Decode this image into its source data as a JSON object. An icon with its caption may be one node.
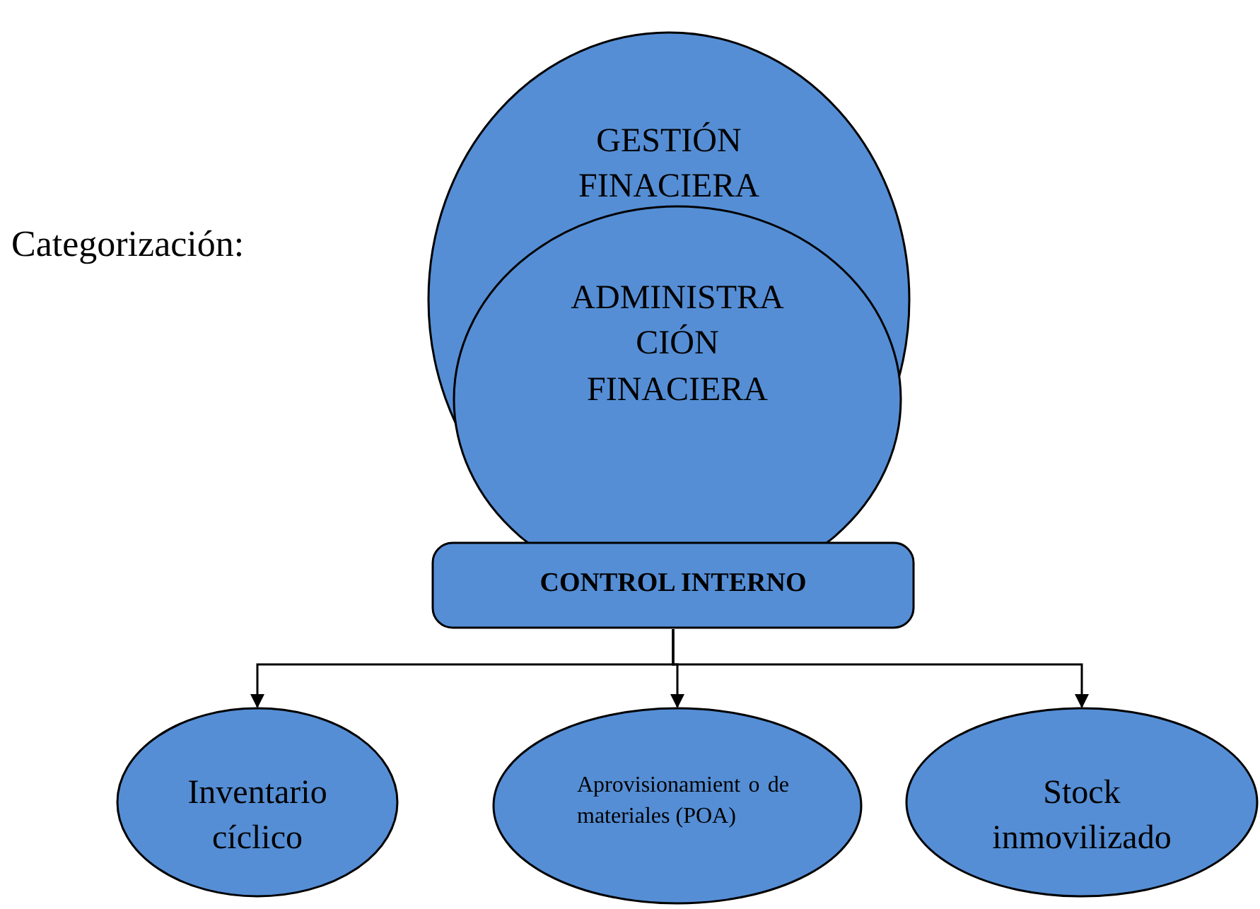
{
  "diagram": {
    "nodes": [
      {
        "text": [
          "GESTIÓN FINACIERA"
        ]
      },
      {
        "text": [
          "ADMINISTRA CIÓN FINACIERA"
        ],
        "in": 0
      },
      {
        "text": [
          "CONTROL INTERNO"
        ]
      },
      {
        "text": [
          "Inventario cíclico"
        ]
      },
      {
        "text": [
          "Aprovisionamient o de materiales (POA)"
        ]
      },
      {
        "text": [
          "Stock inmovilizado"
        ]
      }
    ],
    "edges": [
      {
        "from": 2,
        "to": 3,
        "arrow": "to"
      },
      {
        "from": 2,
        "to": 4,
        "arrow": "to"
      },
      {
        "from": 2,
        "to": 5,
        "arrow": "to"
      }
    ],
    "labels": [
      "Categorización:"
    ]
  }
}
